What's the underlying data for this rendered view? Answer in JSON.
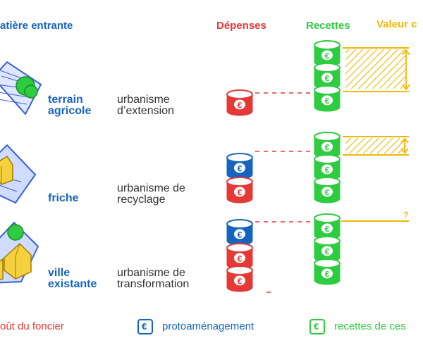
{
  "headers": {
    "matiere": "atière entrante",
    "depenses": "Dépenses",
    "recettes": "Recettes",
    "valeur": "Valeur c"
  },
  "rows": [
    {
      "label1": "terrain",
      "label2": "agricole",
      "urb1": "urbanisme",
      "urb2": "d’extension"
    },
    {
      "label1": "friche",
      "label2": "",
      "urb1": "urbanisme de",
      "urb2": "recyclage"
    },
    {
      "label1": "ville",
      "label2": "existante",
      "urb1": "urbanisme de",
      "urb2": "transformation"
    }
  ],
  "question_mark": "?",
  "coin_symbol": "€",
  "legend": [
    {
      "text": "oût du foncier"
    },
    {
      "icon": "€",
      "text": "protoaménagement"
    },
    {
      "icon": "€",
      "text": "recettes de ces"
    }
  ],
  "colors": {
    "depenses": "#e53935",
    "recettes": "#2ecc40",
    "valeur": "#f2b705",
    "blue": "#1565c0",
    "ground": "#3a5fd9"
  }
}
